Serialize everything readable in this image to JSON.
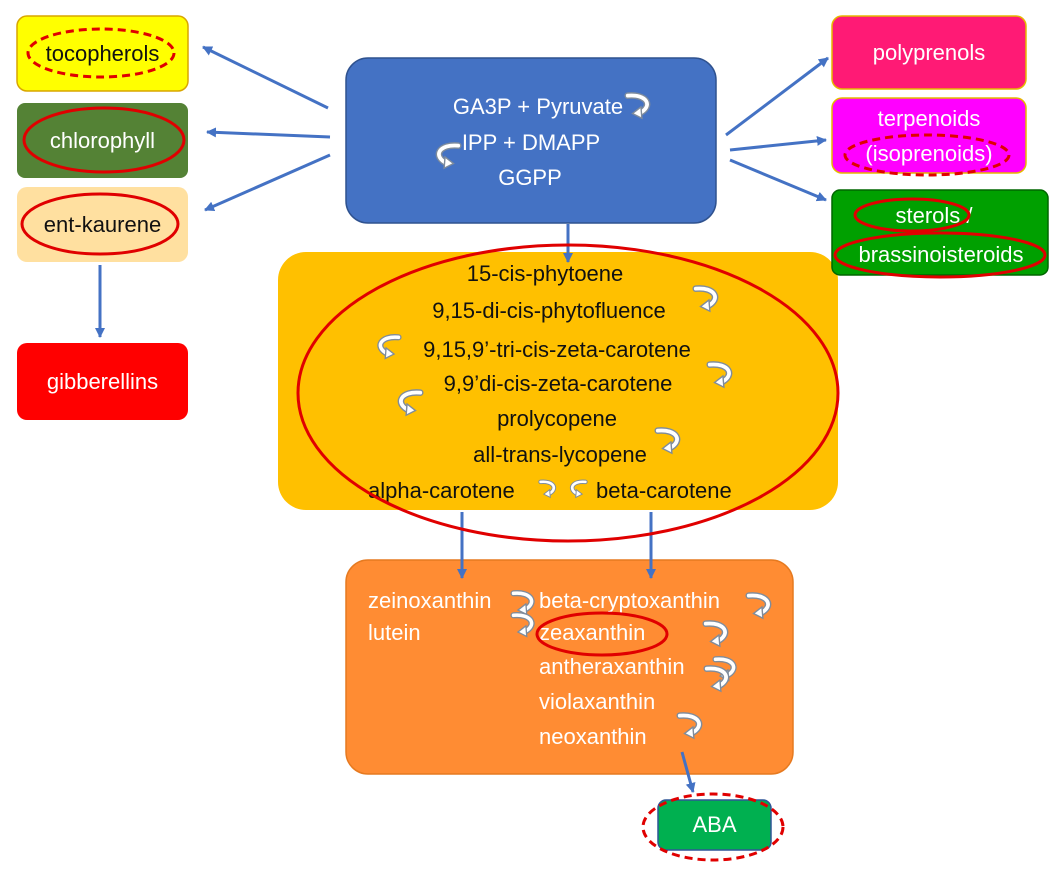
{
  "colors": {
    "arrow": "#4472c4",
    "highlight": "#e00000",
    "core_box": "#4472c4",
    "carotene_box": "#ffc000",
    "xanthophyll_box": "#ff8c33",
    "tocopherols": "#ffff00",
    "chlorophyll": "#548235",
    "ent_kaurene": "#ffe0a0",
    "gibberellins": "#ff0000",
    "polyprenols": "#ff1a75",
    "terpenoids": "#ff00ff",
    "sterols": "#00a000",
    "aba": "#00b050"
  },
  "icons": {
    "step": "curved-arrow-icon"
  },
  "core": {
    "line1": "GA3P + Pyruvate",
    "line2": "IPP + DMAPP",
    "line3": "GGPP"
  },
  "left": {
    "tocopherols": "tocopherols",
    "chlorophyll": "chlorophyll",
    "ent_kaurene": "ent-kaurene",
    "gibberellins": "gibberellins"
  },
  "right": {
    "polyprenols": "polyprenols",
    "terpenoids_line1": "terpenoids",
    "terpenoids_line2": "(isoprenoids)",
    "sterols": "sterols /",
    "brassinosteroids": "brassinoisteroids"
  },
  "carotenes": {
    "phytoene": "15-cis-phytoene",
    "phytofluence": "9,15-di-cis-phytofluence",
    "tri_cis": "9,15,9’-tri-cis-zeta-carotene",
    "di_cis": "9,9’di-cis-zeta-carotene",
    "prolycopene": "prolycopene",
    "lycopene": "all-trans-lycopene",
    "alpha": "alpha-carotene",
    "beta": "beta-carotene"
  },
  "xanthophylls": {
    "zeinoxanthin": "zeinoxanthin",
    "lutein": "lutein",
    "beta_cryptoxanthin": "beta-cryptoxanthin",
    "zeaxanthin": "zeaxanthin",
    "antheraxanthin": "antheraxanthin",
    "violaxanthin": "violaxanthin",
    "neoxanthin": "neoxanthin"
  },
  "aba": "ABA"
}
